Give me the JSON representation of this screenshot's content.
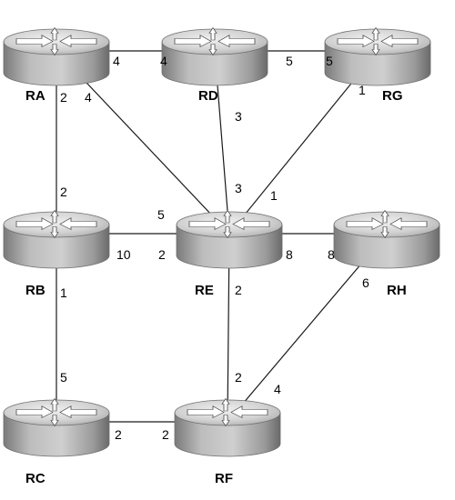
{
  "routers": [
    {
      "id": "RA",
      "label": "RA"
    },
    {
      "id": "RD",
      "label": "RD"
    },
    {
      "id": "RG",
      "label": "RG"
    },
    {
      "id": "RB",
      "label": "RB"
    },
    {
      "id": "RE",
      "label": "RE"
    },
    {
      "id": "RH",
      "label": "RH"
    },
    {
      "id": "RC",
      "label": "RC"
    },
    {
      "id": "RF",
      "label": "RF"
    }
  ],
  "links": [
    {
      "a": "RA",
      "b": "RD",
      "cost_a": "4",
      "cost_b": "4"
    },
    {
      "a": "RD",
      "b": "RG",
      "cost_a": "5",
      "cost_b": "5"
    },
    {
      "a": "RA",
      "b": "RB",
      "cost_a": "2",
      "cost_b": "2"
    },
    {
      "a": "RA",
      "b": "RE",
      "cost_a": "4",
      "cost_b": "5"
    },
    {
      "a": "RD",
      "b": "RE",
      "cost_a": "3",
      "cost_b": "3"
    },
    {
      "a": "RG",
      "b": "RE",
      "cost_a": "1",
      "cost_b": "1"
    },
    {
      "a": "RB",
      "b": "RE",
      "cost_a": "10",
      "cost_b": "2"
    },
    {
      "a": "RE",
      "b": "RH",
      "cost_a": "8",
      "cost_b": "8"
    },
    {
      "a": "RB",
      "b": "RC",
      "cost_a": "1",
      "cost_b": "5"
    },
    {
      "a": "RE",
      "b": "RF",
      "cost_a": "2",
      "cost_b": "2"
    },
    {
      "a": "RH",
      "b": "RF",
      "cost_a": "6",
      "cost_b": "4"
    },
    {
      "a": "RC",
      "b": "RF",
      "cost_a": "2",
      "cost_b": "2"
    }
  ],
  "colors": {
    "router_top": "#d9d9d9",
    "router_body": "#a8a8a8",
    "router_shadow": "#6e6e6e",
    "link": "#1a1a1a"
  },
  "icon": "router-icon"
}
